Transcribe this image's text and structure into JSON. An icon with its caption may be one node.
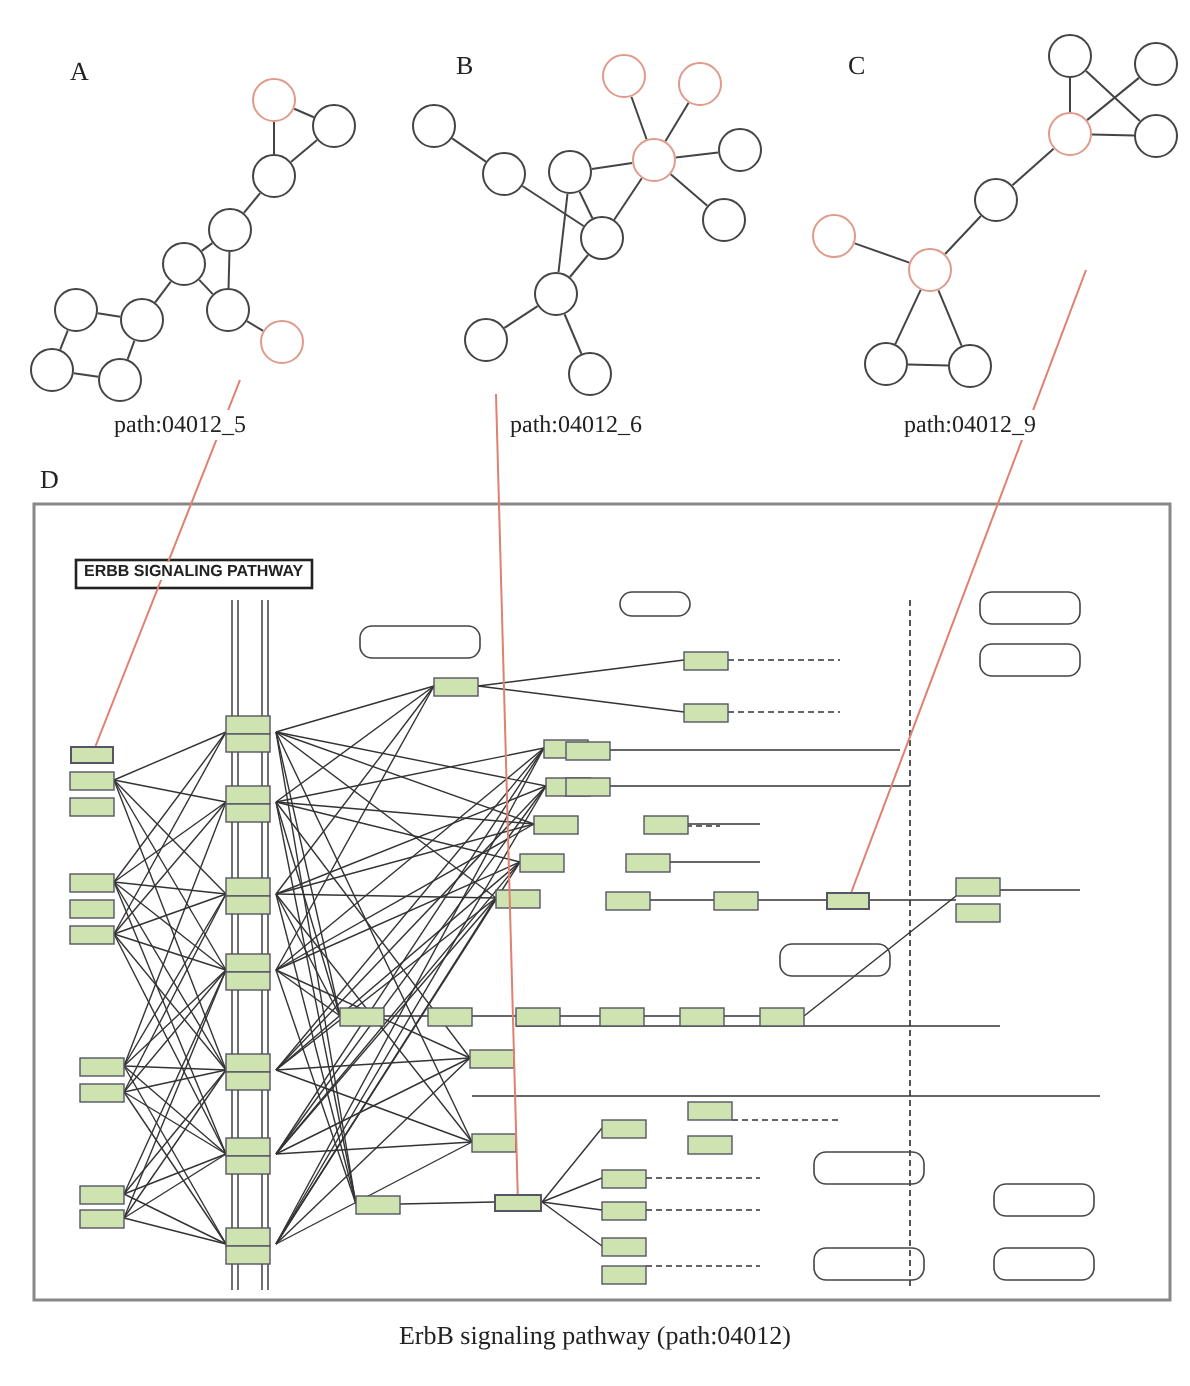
{
  "diagram": {
    "caption": "ErbB signaling pathway (path:04012)",
    "nodes": [
      {
        "text": [],
        "shape": "circle"
      },
      {
        "text": [],
        "shape": "circle"
      },
      {
        "text": [],
        "shape": "circle"
      },
      {
        "text": [],
        "shape": "circle"
      },
      {
        "text": [],
        "shape": "circle"
      },
      {
        "text": [],
        "shape": "circle"
      },
      {
        "text": [],
        "shape": "circle"
      },
      {
        "text": [],
        "shape": "circle"
      },
      {
        "text": [],
        "shape": "circle"
      },
      {
        "text": [],
        "shape": "circle"
      },
      {
        "text": [],
        "shape": "circle"
      },
      {
        "text": [],
        "shape": "circle"
      },
      {
        "text": [],
        "shape": "circle"
      },
      {
        "text": [],
        "shape": "circle"
      },
      {
        "text": [],
        "shape": "circle"
      },
      {
        "text": [],
        "shape": "circle"
      },
      {
        "text": [],
        "shape": "circle"
      },
      {
        "text": [],
        "shape": "circle"
      },
      {
        "text": [],
        "shape": "circle"
      },
      {
        "text": [],
        "shape": "circle"
      },
      {
        "text": [],
        "shape": "circle"
      },
      {
        "text": [],
        "shape": "circle"
      },
      {
        "text": [],
        "shape": "circle"
      },
      {
        "text": [],
        "shape": "circle"
      },
      {
        "text": [],
        "shape": "circle"
      },
      {
        "text": [],
        "shape": "circle"
      },
      {
        "text": [],
        "shape": "circle"
      },
      {
        "text": [],
        "shape": "circle"
      },
      {
        "text": [],
        "shape": "circle"
      },
      {
        "text": [],
        "shape": "circle"
      },
      {
        "text": [],
        "shape": "circle"
      },
      {
        "text": [],
        "shape": "circle"
      },
      {
        "text": [],
        "shape": "box"
      },
      {
        "text": [],
        "shape": "box"
      },
      {
        "text": [],
        "shape": "box"
      }
    ],
    "edges": [
      {
        "from": 0,
        "to": 1,
        "arrow": "none"
      },
      {
        "from": 0,
        "to": 2,
        "arrow": "none"
      },
      {
        "from": 1,
        "to": 2,
        "arrow": "none"
      },
      {
        "from": 2,
        "to": 3,
        "arrow": "none"
      },
      {
        "from": 3,
        "to": 4,
        "arrow": "none"
      },
      {
        "from": 3,
        "to": 5,
        "arrow": "none"
      },
      {
        "from": 4,
        "to": 5,
        "arrow": "none"
      },
      {
        "from": 5,
        "to": 6,
        "arrow": "none"
      },
      {
        "from": 4,
        "to": 8,
        "arrow": "none"
      },
      {
        "from": 7,
        "to": 8,
        "arrow": "none"
      },
      {
        "from": 7,
        "to": 9,
        "arrow": "none"
      },
      {
        "from": 9,
        "to": 10,
        "arrow": "none"
      },
      {
        "from": 8,
        "to": 10,
        "arrow": "none"
      },
      {
        "from": 11,
        "to": 12,
        "arrow": "none"
      },
      {
        "from": 12,
        "to": 14,
        "arrow": "none"
      },
      {
        "from": 13,
        "to": 14,
        "arrow": "none"
      },
      {
        "from": 13,
        "to": 15,
        "arrow": "none"
      },
      {
        "from": 14,
        "to": 15,
        "arrow": "none"
      },
      {
        "from": 15,
        "to": 16,
        "arrow": "none"
      },
      {
        "from": 15,
        "to": 17,
        "arrow": "none"
      },
      {
        "from": 15,
        "to": 18,
        "arrow": "none"
      },
      {
        "from": 15,
        "to": 19,
        "arrow": "none"
      },
      {
        "from": 13,
        "to": 20,
        "arrow": "none"
      },
      {
        "from": 14,
        "to": 20,
        "arrow": "none"
      },
      {
        "from": 20,
        "to": 21,
        "arrow": "none"
      },
      {
        "from": 20,
        "to": 22,
        "arrow": "none"
      },
      {
        "from": 23,
        "to": 26,
        "arrow": "none"
      },
      {
        "from": 23,
        "to": 25,
        "arrow": "none"
      },
      {
        "from": 24,
        "to": 26,
        "arrow": "none"
      },
      {
        "from": 26,
        "to": 25,
        "arrow": "none"
      },
      {
        "from": 26,
        "to": 27,
        "arrow": "none"
      },
      {
        "from": 27,
        "to": 28,
        "arrow": "none"
      },
      {
        "from": 29,
        "to": 28,
        "arrow": "none"
      },
      {
        "from": 28,
        "to": 30,
        "arrow": "none"
      },
      {
        "from": 28,
        "to": 31,
        "arrow": "none"
      },
      {
        "from": 30,
        "to": 31,
        "arrow": "none"
      },
      {
        "from": null,
        "to": 32,
        "arrow": "none",
        "color": "#e08070"
      },
      {
        "from": null,
        "to": 33,
        "arrow": "none",
        "color": "#e08070"
      },
      {
        "from": null,
        "to": 34,
        "arrow": "none",
        "color": "#e08070"
      }
    ],
    "labels": [
      "A",
      "B",
      "C",
      "path:04012_5",
      "path:04012_6",
      "path:04012_9",
      "D",
      "ERBB SIGNALING PATHWAY"
    ]
  }
}
